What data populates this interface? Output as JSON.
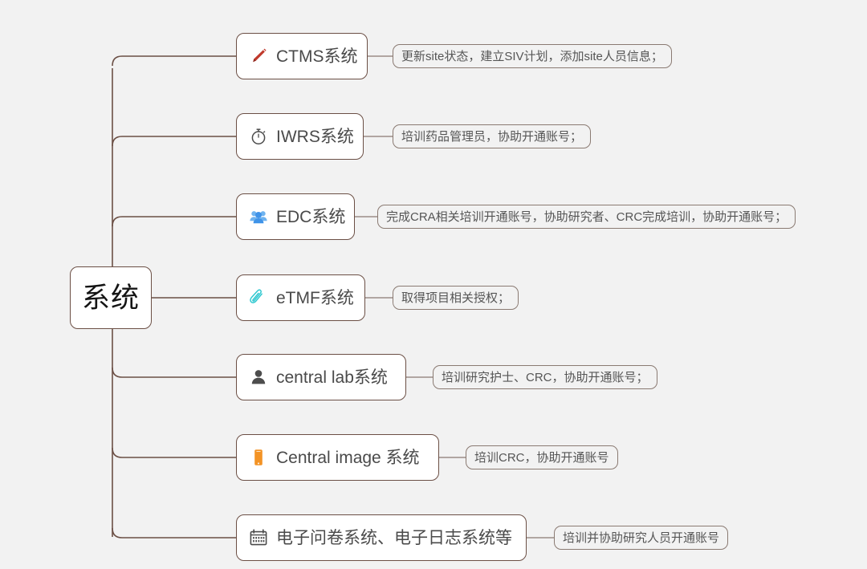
{
  "diagram": {
    "type": "mind-map",
    "background_color": "#f2f2f2",
    "line_color": "#6b4f45",
    "root": {
      "label": "系统"
    },
    "branches": [
      {
        "label": "CTMS系统",
        "icon": "pencil-icon",
        "icon_color": "#c0392b",
        "note": "更新site状态，建立SIV计划，添加site人员信息；"
      },
      {
        "label": "IWRS系统",
        "icon": "stopwatch-icon",
        "icon_color": "#4a4a4a",
        "note": "培训药品管理员，协助开通账号；"
      },
      {
        "label": "EDC系统",
        "icon": "people-group-icon",
        "icon_color": "#6fb3ef",
        "note": "完成CRA相关培训开通账号，协助研究者、CRC完成培训，协助开通账号；"
      },
      {
        "label": "eTMF系统",
        "icon": "paperclip-icon",
        "icon_color": "#30c8d0",
        "note": "取得项目相关授权；"
      },
      {
        "label": "central lab系统",
        "icon": "person-icon",
        "icon_color": "#4d4d4d",
        "note": "培训研究护士、CRC，协助开通账号；"
      },
      {
        "label": "Central image 系统",
        "icon": "mobile-phone-icon",
        "icon_color": "#f39325",
        "note": "培训CRC，协助开通账号"
      },
      {
        "label": "电子问卷系统、电子日志系统等",
        "icon": "calendar-icon",
        "icon_color": "#4a4a4a",
        "note": "培训并协助研究人员开通账号"
      }
    ]
  }
}
